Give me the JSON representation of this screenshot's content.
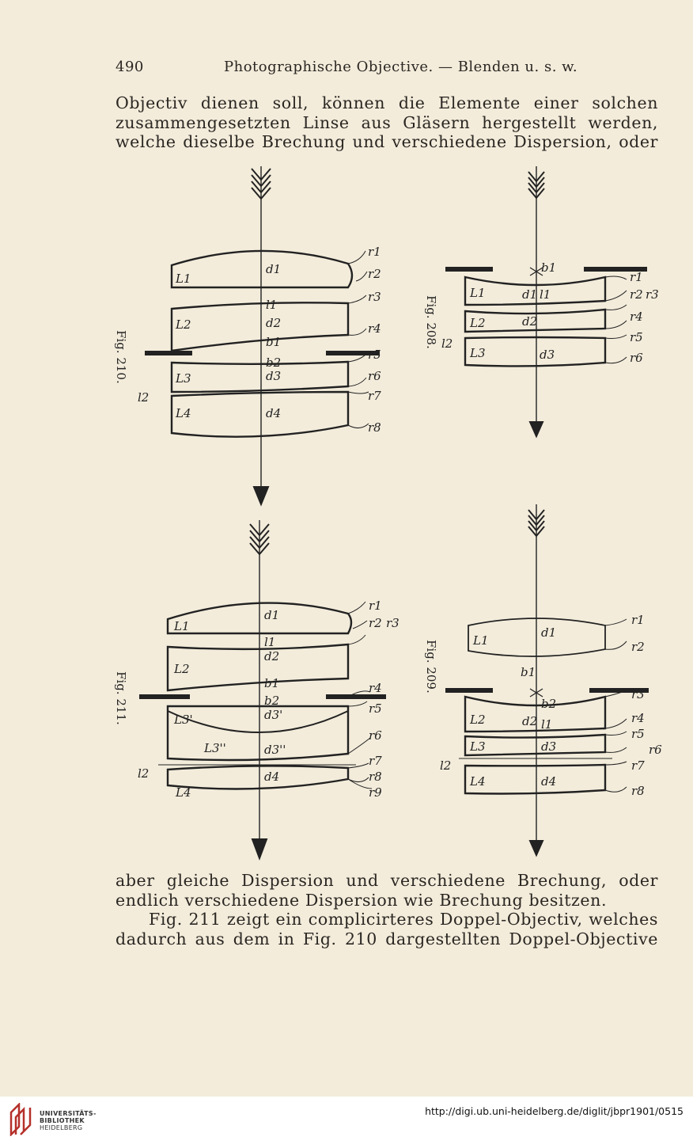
{
  "header": {
    "page_number": "490",
    "running_title": "Photographische Objective. — Blenden u. s. w."
  },
  "paragraph_top": [
    "Objectiv dienen soll, können die Elemente einer solchen",
    "zusammengesetzten Linse aus Gläsern hergestellt werden,",
    "welche dieselbe Brechung und verschiedene Dispersion, oder"
  ],
  "paragraph_bottom": [
    "aber gleiche Dispersion und verschiedene Brechung, oder",
    "endlich verschiedene Dispersion wie Brechung besitzen.",
    "Fig. 211 zeigt ein complicirteres Doppel-Objectiv, welches",
    "dadurch aus dem in Fig. 210 dargestellten Doppel-Objective"
  ],
  "figures": {
    "fig210": {
      "caption": "Fig. 210.",
      "lenses": [
        "L1",
        "L2",
        "L3",
        "L4"
      ],
      "thickness": [
        "d1",
        "d2",
        "d3",
        "d4"
      ],
      "gaps": [
        "l1",
        "b1",
        "b2"
      ],
      "radii": [
        "r1",
        "r2",
        "r3",
        "r4",
        "r5",
        "r6",
        "r7",
        "r8"
      ],
      "extra": "l2"
    },
    "fig208": {
      "caption": "Fig. 208.",
      "lenses": [
        "L1",
        "L2",
        "L3"
      ],
      "thickness": [
        "d1",
        "d2",
        "d3"
      ],
      "gaps": [
        "b1",
        "l1"
      ],
      "radii": [
        "r1",
        "r2",
        "r3",
        "r4",
        "r5",
        "r6"
      ],
      "extra": "l2"
    },
    "fig211": {
      "caption": "Fig. 211.",
      "lenses": [
        "L1",
        "L2",
        "L3'",
        "L3''",
        "L4"
      ],
      "thickness": [
        "d1",
        "d2",
        "d3'",
        "d3''",
        "d4"
      ],
      "gaps": [
        "l1",
        "b1",
        "b2"
      ],
      "radii": [
        "r1",
        "r2",
        "r3",
        "r4",
        "r5",
        "r6",
        "r7",
        "r8",
        "r9"
      ],
      "extra": "l2"
    },
    "fig209": {
      "caption": "Fig. 209.",
      "lenses": [
        "L1",
        "L2",
        "L3",
        "L4"
      ],
      "thickness": [
        "d1",
        "d2",
        "d3",
        "d4"
      ],
      "gaps": [
        "b1",
        "b2",
        "l1"
      ],
      "radii": [
        "r1",
        "r2",
        "r3",
        "r4",
        "r5",
        "r6",
        "r7",
        "r8"
      ],
      "extra": "l2"
    }
  },
  "footer": {
    "logo_lines": [
      "UNIVERSITÄTS-",
      "BIBLIOTHEK",
      "HEIDELBERG"
    ],
    "url": "http://digi.ub.uni-heidelberg.de/diglit/jbpr1901/0515"
  }
}
